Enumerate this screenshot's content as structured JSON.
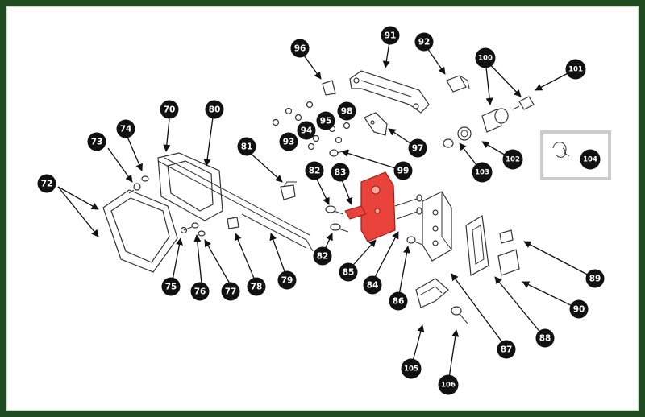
{
  "diagram": {
    "highlight_color": "#e8423a",
    "frame_color": "#1f4a1f",
    "callout_fill": "#111111",
    "callouts": [
      "72",
      "73",
      "74",
      "70",
      "80",
      "75",
      "76",
      "77",
      "78",
      "79",
      "81",
      "82",
      "83",
      "85",
      "84",
      "86",
      "96",
      "93",
      "94",
      "95",
      "98",
      "91",
      "92",
      "97",
      "99",
      "100",
      "101",
      "103",
      "102",
      "104",
      "87",
      "88",
      "89",
      "90",
      "105",
      "106"
    ]
  }
}
